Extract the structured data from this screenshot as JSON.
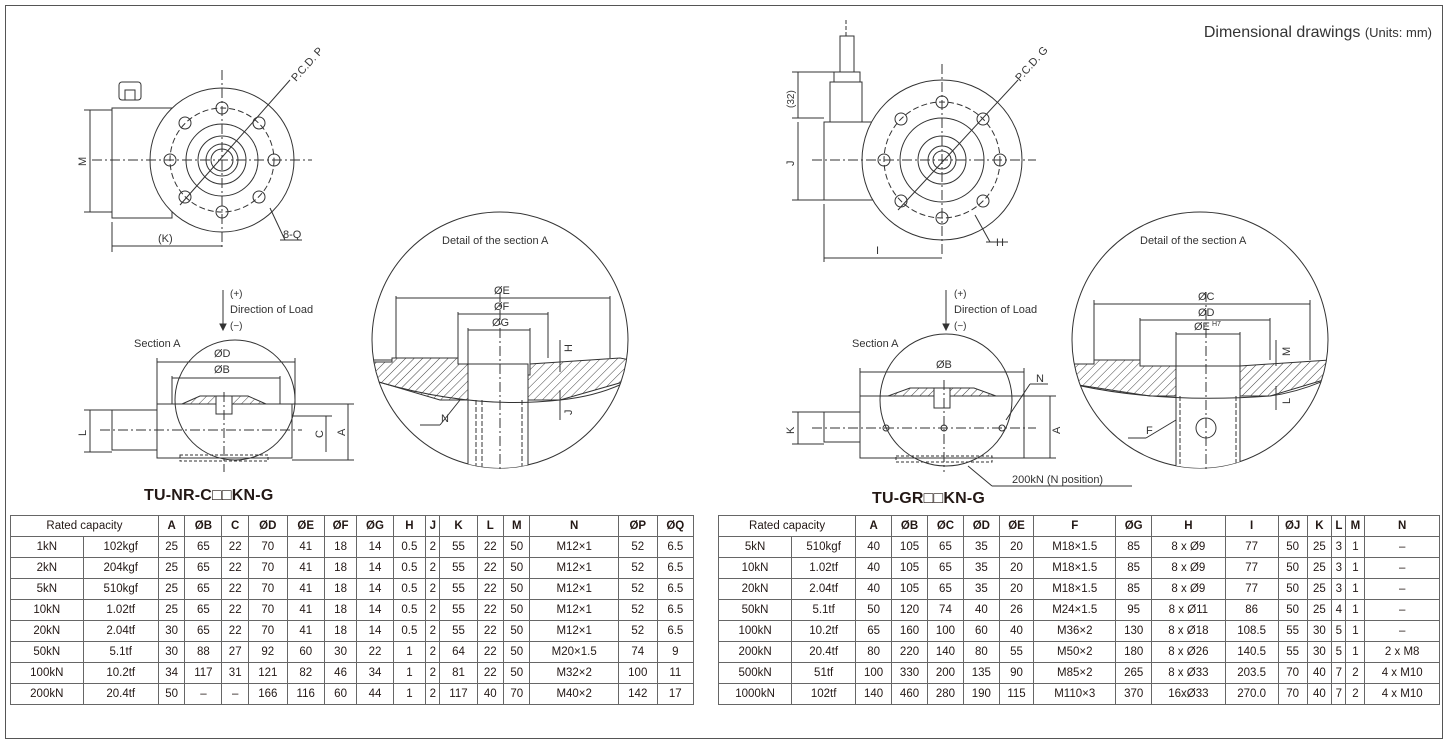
{
  "page": {
    "title": "Dimensional drawings",
    "units": "(Units: mm)"
  },
  "left": {
    "model": "TU-NR-C□□KN-G",
    "labels": {
      "pcd": "P.C.D. P",
      "m": "M",
      "k": "(K)",
      "holes": "8-Q",
      "plus": "(+)",
      "direction": "Direction of Load",
      "minus": "(−)",
      "section": "Section A",
      "od": "ØD",
      "ob": "ØB",
      "l": "L",
      "c": "C",
      "a": "A",
      "detail": "Detail of the section A",
      "oe": "ØE",
      "of": "ØF",
      "og": "ØG",
      "h": "H",
      "j": "J",
      "n": "N"
    },
    "table": {
      "capacity_header": "Rated capacity",
      "headers": [
        "A",
        "ØB",
        "C",
        "ØD",
        "ØE",
        "ØF",
        "ØG",
        "H",
        "J",
        "K",
        "L",
        "M",
        "N",
        "ØP",
        "ØQ"
      ],
      "rows": [
        [
          "1kN",
          "102kgf",
          "25",
          "65",
          "22",
          "70",
          "41",
          "18",
          "14",
          "0.5",
          "2",
          "55",
          "22",
          "50",
          "M12×1",
          "52",
          "6.5"
        ],
        [
          "2kN",
          "204kgf",
          "25",
          "65",
          "22",
          "70",
          "41",
          "18",
          "14",
          "0.5",
          "2",
          "55",
          "22",
          "50",
          "M12×1",
          "52",
          "6.5"
        ],
        [
          "5kN",
          "510kgf",
          "25",
          "65",
          "22",
          "70",
          "41",
          "18",
          "14",
          "0.5",
          "2",
          "55",
          "22",
          "50",
          "M12×1",
          "52",
          "6.5"
        ],
        [
          "10kN",
          "1.02tf",
          "25",
          "65",
          "22",
          "70",
          "41",
          "18",
          "14",
          "0.5",
          "2",
          "55",
          "22",
          "50",
          "M12×1",
          "52",
          "6.5"
        ],
        [
          "20kN",
          "2.04tf",
          "30",
          "65",
          "22",
          "70",
          "41",
          "18",
          "14",
          "0.5",
          "2",
          "55",
          "22",
          "50",
          "M12×1",
          "52",
          "6.5"
        ],
        [
          "50kN",
          "5.1tf",
          "30",
          "88",
          "27",
          "92",
          "60",
          "30",
          "22",
          "1",
          "2",
          "64",
          "22",
          "50",
          "M20×1.5",
          "74",
          "9"
        ],
        [
          "100kN",
          "10.2tf",
          "34",
          "117",
          "31",
          "121",
          "82",
          "46",
          "34",
          "1",
          "2",
          "81",
          "22",
          "50",
          "M32×2",
          "100",
          "11"
        ],
        [
          "200kN",
          "20.4tf",
          "50",
          "–",
          "–",
          "166",
          "116",
          "60",
          "44",
          "1",
          "2",
          "117",
          "40",
          "70",
          "M40×2",
          "142",
          "17"
        ]
      ]
    }
  },
  "right": {
    "model": "TU-GR□□KN-G",
    "labels": {
      "pcd": "P.C.D. G",
      "cable": "(32)",
      "j": "J",
      "h": "H",
      "i": "I",
      "plus": "(+)",
      "direction": "Direction of Load",
      "minus": "(−)",
      "section": "Section A",
      "ob": "ØB",
      "n": "N",
      "k": "K",
      "a": "A",
      "note": "200kN (N position)",
      "detail": "Detail of the section A",
      "oc": "ØC",
      "od": "ØD",
      "oe": "ØE",
      "h7": "H7",
      "m": "M",
      "l": "L",
      "f": "F"
    },
    "table": {
      "capacity_header": "Rated capacity",
      "headers": [
        "A",
        "ØB",
        "ØC",
        "ØD",
        "ØE",
        "F",
        "ØG",
        "H",
        "I",
        "ØJ",
        "K",
        "L",
        "M",
        "N"
      ],
      "rows": [
        [
          "5kN",
          "510kgf",
          "40",
          "105",
          "65",
          "35",
          "20",
          "M18×1.5",
          "85",
          "8 x Ø9",
          "77",
          "50",
          "25",
          "3",
          "1",
          "–"
        ],
        [
          "10kN",
          "1.02tf",
          "40",
          "105",
          "65",
          "35",
          "20",
          "M18×1.5",
          "85",
          "8 x Ø9",
          "77",
          "50",
          "25",
          "3",
          "1",
          "–"
        ],
        [
          "20kN",
          "2.04tf",
          "40",
          "105",
          "65",
          "35",
          "20",
          "M18×1.5",
          "85",
          "8 x Ø9",
          "77",
          "50",
          "25",
          "3",
          "1",
          "–"
        ],
        [
          "50kN",
          "5.1tf",
          "50",
          "120",
          "74",
          "40",
          "26",
          "M24×1.5",
          "95",
          "8 x Ø11",
          "86",
          "50",
          "25",
          "4",
          "1",
          "–"
        ],
        [
          "100kN",
          "10.2tf",
          "65",
          "160",
          "100",
          "60",
          "40",
          "M36×2",
          "130",
          "8 x Ø18",
          "108.5",
          "55",
          "30",
          "5",
          "1",
          "–"
        ],
        [
          "200kN",
          "20.4tf",
          "80",
          "220",
          "140",
          "80",
          "55",
          "M50×2",
          "180",
          "8 x Ø26",
          "140.5",
          "55",
          "30",
          "5",
          "1",
          "2 x M8"
        ],
        [
          "500kN",
          "51tf",
          "100",
          "330",
          "200",
          "135",
          "90",
          "M85×2",
          "265",
          "8 x Ø33",
          "203.5",
          "70",
          "40",
          "7",
          "2",
          "4 x M10"
        ],
        [
          "1000kN",
          "102tf",
          "140",
          "460",
          "280",
          "190",
          "115",
          "M110×3",
          "370",
          "16xØ33",
          "270.0",
          "70",
          "40",
          "7",
          "2",
          "4 x M10"
        ]
      ]
    }
  }
}
